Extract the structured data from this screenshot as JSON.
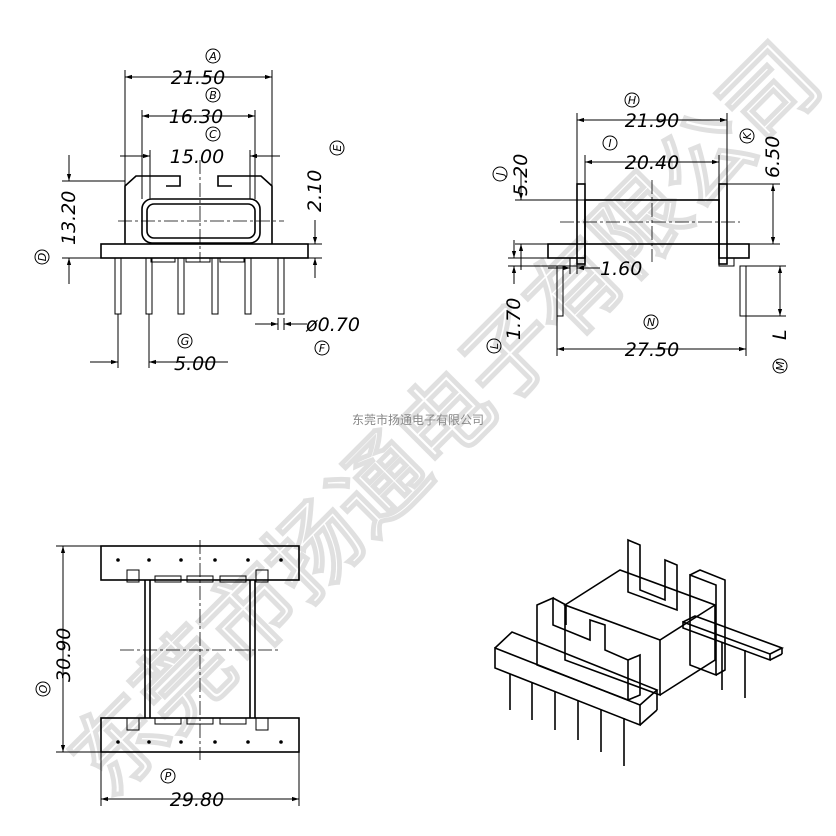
{
  "company_mark": "东莞市扬通电子有限公司",
  "watermark": "东莞市扬通电子有限公司",
  "front_view": {
    "dim_A": {
      "tag": "A",
      "value": "21.50"
    },
    "dim_B": {
      "tag": "B",
      "value": "16.30"
    },
    "dim_C": {
      "tag": "C",
      "value": "15.00"
    },
    "dim_D": {
      "tag": "D",
      "value": "13.20"
    },
    "dim_E": {
      "tag": "E",
      "value": "2.10"
    },
    "dim_F": {
      "tag": "F",
      "value": "ø0.70"
    },
    "dim_G": {
      "tag": "G",
      "value": "5.00"
    }
  },
  "side_view": {
    "dim_H": {
      "tag": "H",
      "value": "21.90"
    },
    "dim_I": {
      "tag": "I",
      "value": "20.40"
    },
    "dim_J": {
      "tag": "J",
      "value": "5.20"
    },
    "dim_K": {
      "tag": "K",
      "value": "6.50"
    },
    "dim_L": {
      "tag": "L",
      "value": "1.70"
    },
    "dim_M": {
      "tag": "M",
      "value": "L"
    },
    "dim_N": {
      "tag": "N",
      "value": "27.50"
    },
    "dim_pin": {
      "value": "1.60"
    }
  },
  "top_view": {
    "dim_O": {
      "tag": "O",
      "value": "30.90"
    },
    "dim_P": {
      "tag": "P",
      "value": "29.80"
    }
  }
}
